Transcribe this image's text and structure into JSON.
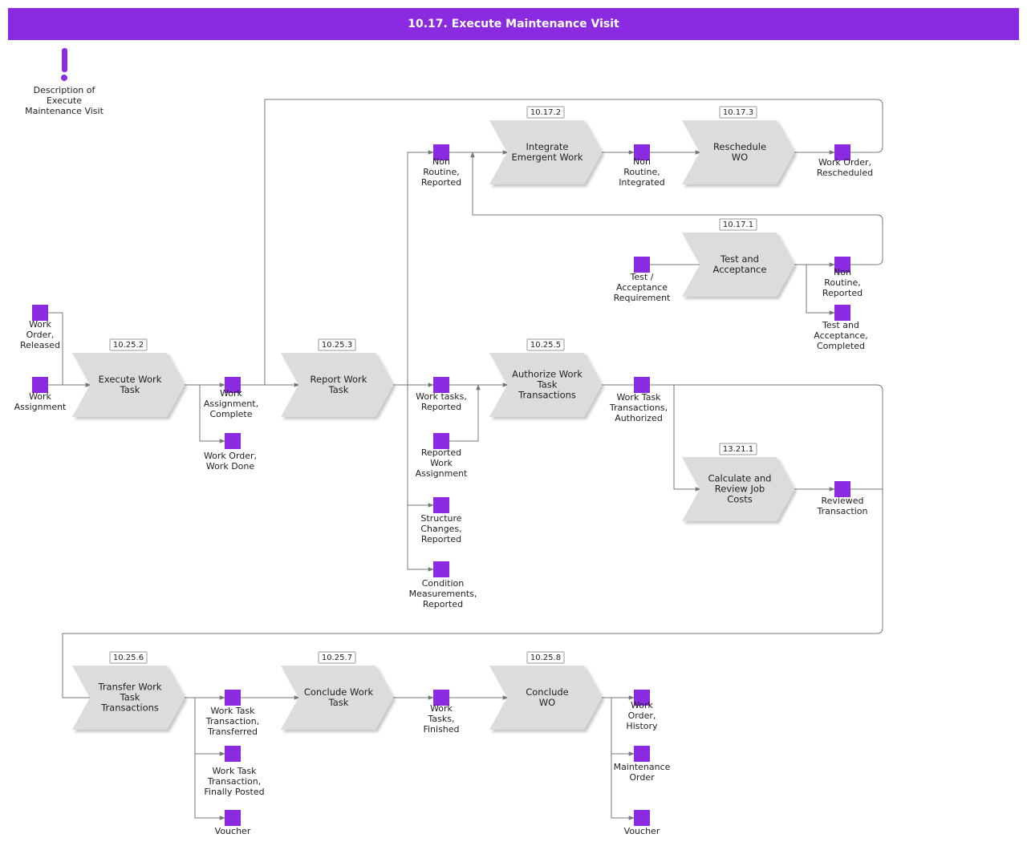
{
  "title": "10.17. Execute Maintenance Visit",
  "colors": {
    "accent": "#8a2be2",
    "process_fill": "#dcdcdc",
    "connector": "#777777"
  },
  "note": {
    "icon": "exclamation-icon",
    "label": [
      "Description of",
      "Execute",
      "Maintenance Visit"
    ]
  },
  "processes": [
    {
      "key": "execute_work_task",
      "id": "10.25.2",
      "label": [
        "Execute Work",
        "Task"
      ]
    },
    {
      "key": "report_work_task",
      "id": "10.25.3",
      "label": [
        "Report Work",
        "Task"
      ]
    },
    {
      "key": "integrate_emergent_work",
      "id": "10.17.2",
      "label": [
        "Integrate",
        "Emergent Work"
      ]
    },
    {
      "key": "reschedule_wo",
      "id": "10.17.3",
      "label": [
        "Reschedule",
        "WO"
      ]
    },
    {
      "key": "test_and_acceptance",
      "id": "10.17.1",
      "label": [
        "Test and",
        "Acceptance"
      ]
    },
    {
      "key": "authorize_work_task_transactions",
      "id": "10.25.5",
      "label": [
        "Authorize Work",
        "Task",
        "Transactions"
      ]
    },
    {
      "key": "calculate_and_review_job_costs",
      "id": "13.21.1",
      "label": [
        "Calculate and",
        "Review Job",
        "Costs"
      ]
    },
    {
      "key": "transfer_work_task_transactions",
      "id": "10.25.6",
      "label": [
        "Transfer Work",
        "Task",
        "Transactions"
      ]
    },
    {
      "key": "conclude_work_task",
      "id": "10.25.7",
      "label": [
        "Conclude Work",
        "Task"
      ]
    },
    {
      "key": "conclude_wo",
      "id": "10.25.8",
      "label": [
        "Conclude",
        "WO"
      ]
    }
  ],
  "events": [
    {
      "key": "work_order_released",
      "label": [
        "Work",
        "Order,",
        "Released"
      ]
    },
    {
      "key": "work_assignment",
      "label": [
        "Work",
        "Assignment"
      ]
    },
    {
      "key": "work_assignment_complete",
      "label": [
        "Work",
        "Assignment,",
        "Complete"
      ]
    },
    {
      "key": "work_order_work_done",
      "label": [
        "Work Order,",
        "Work Done"
      ]
    },
    {
      "key": "non_routine_reported_1",
      "label": [
        "Non",
        "Routine,",
        "Reported"
      ]
    },
    {
      "key": "non_routine_integrated",
      "label": [
        "Non",
        "Routine,",
        "Integrated"
      ]
    },
    {
      "key": "work_order_rescheduled",
      "label": [
        "Work Order,",
        "Rescheduled"
      ]
    },
    {
      "key": "test_acceptance_requirement",
      "label": [
        "Test /",
        "Acceptance",
        "Requirement"
      ]
    },
    {
      "key": "non_routine_reported_2",
      "label": [
        "Non",
        "Routine,",
        "Reported"
      ]
    },
    {
      "key": "test_and_acceptance_completed",
      "label": [
        "Test and",
        "Acceptance,",
        "Completed"
      ]
    },
    {
      "key": "work_tasks_reported",
      "label": [
        "Work tasks,",
        "Reported"
      ]
    },
    {
      "key": "reported_work_assignment",
      "label": [
        "Reported",
        "Work",
        "Assignment"
      ]
    },
    {
      "key": "structure_changes_reported",
      "label": [
        "Structure",
        "Changes,",
        "Reported"
      ]
    },
    {
      "key": "condition_measurements_reported",
      "label": [
        "Condition",
        "Measurements,",
        "Reported"
      ]
    },
    {
      "key": "work_task_transactions_authorized",
      "label": [
        "Work Task",
        "Transactions,",
        "Authorized"
      ]
    },
    {
      "key": "reviewed_transaction",
      "label": [
        "Reviewed",
        "Transaction"
      ]
    },
    {
      "key": "work_task_transaction_transferred",
      "label": [
        "Work Task",
        "Transaction,",
        "Transferred"
      ]
    },
    {
      "key": "work_task_transaction_finally_posted",
      "label": [
        "Work Task",
        "Transaction,",
        "Finally Posted"
      ]
    },
    {
      "key": "voucher_1",
      "label": [
        "Voucher"
      ]
    },
    {
      "key": "work_tasks_finished",
      "label": [
        "Work",
        "Tasks,",
        "Finished"
      ]
    },
    {
      "key": "work_order_history",
      "label": [
        "Work",
        "Order,",
        "History"
      ]
    },
    {
      "key": "maintenance_order",
      "label": [
        "Maintenance",
        "Order"
      ]
    },
    {
      "key": "voucher_2",
      "label": [
        "Voucher"
      ]
    }
  ]
}
